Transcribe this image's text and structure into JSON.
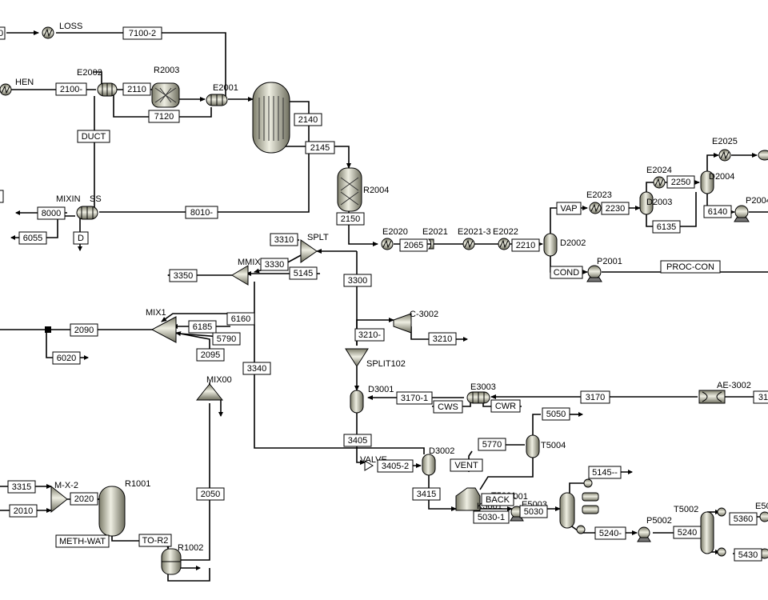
{
  "diagram": {
    "units": [
      {
        "id": "loss",
        "label": "LOSS",
        "icon": "heater-icon"
      },
      {
        "id": "hen",
        "label": "HEN",
        "icon": "heater-icon"
      },
      {
        "id": "e2002",
        "label": "E2002",
        "icon": "heat-exchanger-icon"
      },
      {
        "id": "r2003",
        "label": "R2003",
        "icon": "reactor-icon"
      },
      {
        "id": "e2001",
        "label": "E2001",
        "icon": "heat-exchanger-icon"
      },
      {
        "id": "big-reactor",
        "label": "",
        "icon": "reactor-icon"
      },
      {
        "id": "r2004",
        "label": "R2004",
        "icon": "reactor-icon"
      },
      {
        "id": "mixin",
        "label": "MIXIN",
        "icon": "mixer-icon"
      },
      {
        "id": "ss",
        "label": "SS",
        "icon": "heat-exchanger-icon"
      },
      {
        "id": "splt",
        "label": "SPLT",
        "icon": "splitter-icon"
      },
      {
        "id": "mmix",
        "label": "MMIX",
        "icon": "mixer-icon"
      },
      {
        "id": "mix1",
        "label": "MIX1",
        "icon": "mixer-icon"
      },
      {
        "id": "mix00",
        "label": "MIX00",
        "icon": "mixer-icon"
      },
      {
        "id": "e2020",
        "label": "E2020",
        "icon": "heater-icon"
      },
      {
        "id": "e2021",
        "label": "E2021",
        "icon": "heater-icon"
      },
      {
        "id": "e2021-3",
        "label": "E2021-3",
        "icon": "heater-icon"
      },
      {
        "id": "e2022",
        "label": "E2022",
        "icon": "heater-icon"
      },
      {
        "id": "d2002",
        "label": "D2002",
        "icon": "drum-icon"
      },
      {
        "id": "e2023",
        "label": "E2023",
        "icon": "heater-icon"
      },
      {
        "id": "d2003",
        "label": "D2003",
        "icon": "drum-icon"
      },
      {
        "id": "e2024",
        "label": "E2024",
        "icon": "heater-icon"
      },
      {
        "id": "d2004",
        "label": "D2004",
        "icon": "drum-icon"
      },
      {
        "id": "e2025",
        "label": "E2025",
        "icon": "heater-icon"
      },
      {
        "id": "p2004",
        "label": "P2004",
        "icon": "pump-icon"
      },
      {
        "id": "p2001",
        "label": "P2001",
        "icon": "pump-icon"
      },
      {
        "id": "c3002",
        "label": "C-3002",
        "icon": "compressor-icon"
      },
      {
        "id": "split102",
        "label": "SPLIT102",
        "icon": "splitter-icon"
      },
      {
        "id": "d3001",
        "label": "D3001",
        "icon": "drum-icon"
      },
      {
        "id": "e3003",
        "label": "E3003",
        "icon": "heat-exchanger-icon"
      },
      {
        "id": "ae3002",
        "label": "AE-3002",
        "icon": "air-cooler-icon"
      },
      {
        "id": "d3002",
        "label": "D3002",
        "icon": "drum-icon"
      },
      {
        "id": "valve",
        "label": "VALVE",
        "icon": "valve-icon"
      },
      {
        "id": "t5004",
        "label": "T5004",
        "icon": "column-icon"
      },
      {
        "id": "k3001",
        "label": "K3001",
        "icon": "tank-icon"
      },
      {
        "id": "p5001",
        "label": "P5001",
        "icon": "pump-icon"
      },
      {
        "id": "t5001",
        "label": "T5001",
        "icon": "column-icon"
      },
      {
        "id": "e5003",
        "label": "E5003",
        "icon": "heater-icon"
      },
      {
        "id": "p5002",
        "label": "P5002",
        "icon": "pump-icon"
      },
      {
        "id": "t5002",
        "label": "T5002",
        "icon": "column-icon"
      },
      {
        "id": "e50",
        "label": "E50",
        "icon": "heater-icon"
      },
      {
        "id": "mx2",
        "label": "M-X-2",
        "icon": "mixer-icon"
      },
      {
        "id": "r1001",
        "label": "R1001",
        "icon": "reactor-icon"
      },
      {
        "id": "r1002",
        "label": "R1002",
        "icon": "drum-icon"
      }
    ],
    "streams": [
      "7100-2",
      "2100-",
      "2110",
      "7120",
      "DUCT",
      "2140",
      "2145",
      "8000",
      "8010-",
      "6055",
      "D",
      "2150",
      "2065",
      "2210",
      "VAP",
      "2230",
      "2250",
      "6135",
      "6140",
      "COND",
      "PROC-CON",
      "3310",
      "3330",
      "5145",
      "3350",
      "3300",
      "6160",
      "6185",
      "5790",
      "2090",
      "6020",
      "2095",
      "3340",
      "3210-",
      "3210",
      "3170-1",
      "CWS",
      "CWR",
      "3170",
      "31",
      "3405",
      "3405-2",
      "3415",
      "5770",
      "VENT",
      "5050",
      "5145--",
      "BACK",
      "5030",
      "5030-1",
      "5240-",
      "5240",
      "5360",
      "5430",
      "3315",
      "2010",
      "2020",
      "2050",
      "METH-WAT",
      "TO-R2",
      "0",
      ""
    ]
  }
}
